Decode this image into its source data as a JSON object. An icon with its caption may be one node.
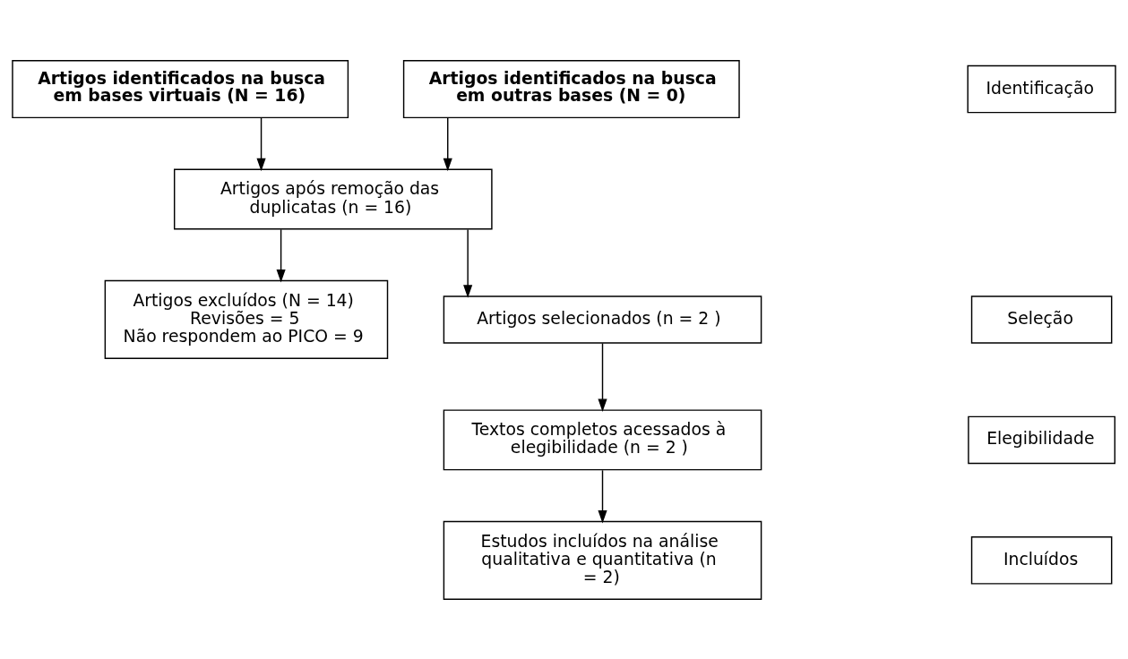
{
  "diagram": {
    "nodes": [
      {
        "text": [
          "Artigos identificados na busca em bases virtuais (N = 16)"
        ]
      },
      {
        "text": [
          "Artigos identificados na busca em outras bases (N = 0)"
        ]
      },
      {
        "text": [
          "Artigos após remoção das duplicatas (n = 16)"
        ]
      },
      {
        "text": [
          "Artigos excluídos (N = 14)",
          "Revisões = 5",
          "Não respondem ao PICO = 9"
        ]
      },
      {
        "text": [
          "Artigos selecionados (n = 2 )"
        ]
      },
      {
        "text": [
          "Textos completos acessados à elegibilidade (n = 2 )"
        ]
      },
      {
        "text": [
          "Estudos incluídos na análise qualitativa e quantitativa (n = 2)"
        ]
      },
      {
        "text": [
          "Identificação"
        ]
      },
      {
        "text": [
          "Seleção"
        ]
      },
      {
        "text": [
          "Elegibilidade"
        ]
      },
      {
        "text": [
          "Incluídos"
        ]
      }
    ],
    "edges": [
      {
        "from": 0,
        "to": 2,
        "arrow": "to"
      },
      {
        "from": 1,
        "to": 2,
        "arrow": "to"
      },
      {
        "from": 2,
        "to": 4,
        "arrow": "to"
      },
      {
        "from": 2,
        "to": 3,
        "arrow": "to"
      },
      {
        "from": 4,
        "to": 5,
        "arrow": "to"
      },
      {
        "from": 5,
        "to": 6,
        "arrow": "to"
      }
    ]
  }
}
